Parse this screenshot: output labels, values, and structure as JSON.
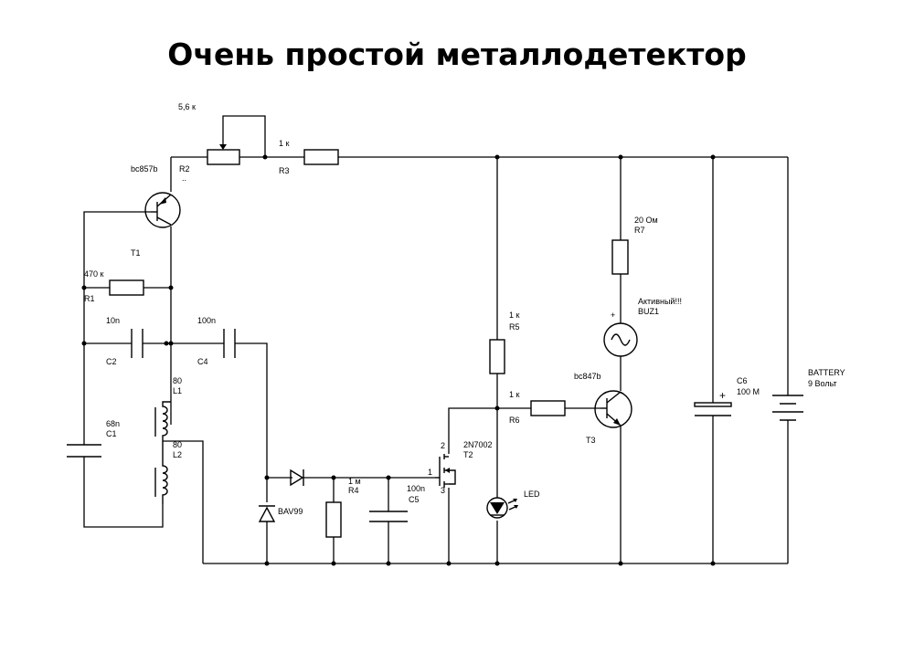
{
  "title": "Очень простой металлодетектор",
  "components": {
    "r2": {
      "value": "5,6 к",
      "ref": "R2",
      "sub": ".."
    },
    "r3": {
      "value": "1 к",
      "ref": "R3"
    },
    "t1": {
      "type": "bc857b",
      "ref": "T1"
    },
    "r1": {
      "value": "470 к",
      "ref": "R1"
    },
    "c2": {
      "value": "10n",
      "ref": "C2"
    },
    "c4": {
      "value": "100n",
      "ref": "C4"
    },
    "l1": {
      "value": "80",
      "ref": "L1"
    },
    "l2": {
      "value": "80",
      "ref": "L2"
    },
    "c1": {
      "value": "68n",
      "ref": "C1"
    },
    "d1": {
      "type": "BAV99"
    },
    "r4": {
      "value": "1 м",
      "ref": "R4"
    },
    "c5": {
      "value": "100n",
      "ref": "C5"
    },
    "t2": {
      "type": "2N7002",
      "ref": "T2",
      "pin1": "1",
      "pin2": "2",
      "pin3": "3"
    },
    "r5": {
      "value": "1 к",
      "ref": "R5"
    },
    "r6": {
      "value": "1 к",
      "ref": "R6"
    },
    "led": {
      "ref": "LED"
    },
    "r7": {
      "value": "20 Ом",
      "ref": "R7"
    },
    "buz1": {
      "note": "Активный!!!",
      "ref": "BUZ1",
      "polarity": "+"
    },
    "t3": {
      "type": "bc847b",
      "ref": "T3"
    },
    "c6": {
      "ref": "C6",
      "value": "100 М",
      "polarity": "+"
    },
    "battery": {
      "ref": "BATTERY",
      "value": "9 Вольт"
    }
  }
}
